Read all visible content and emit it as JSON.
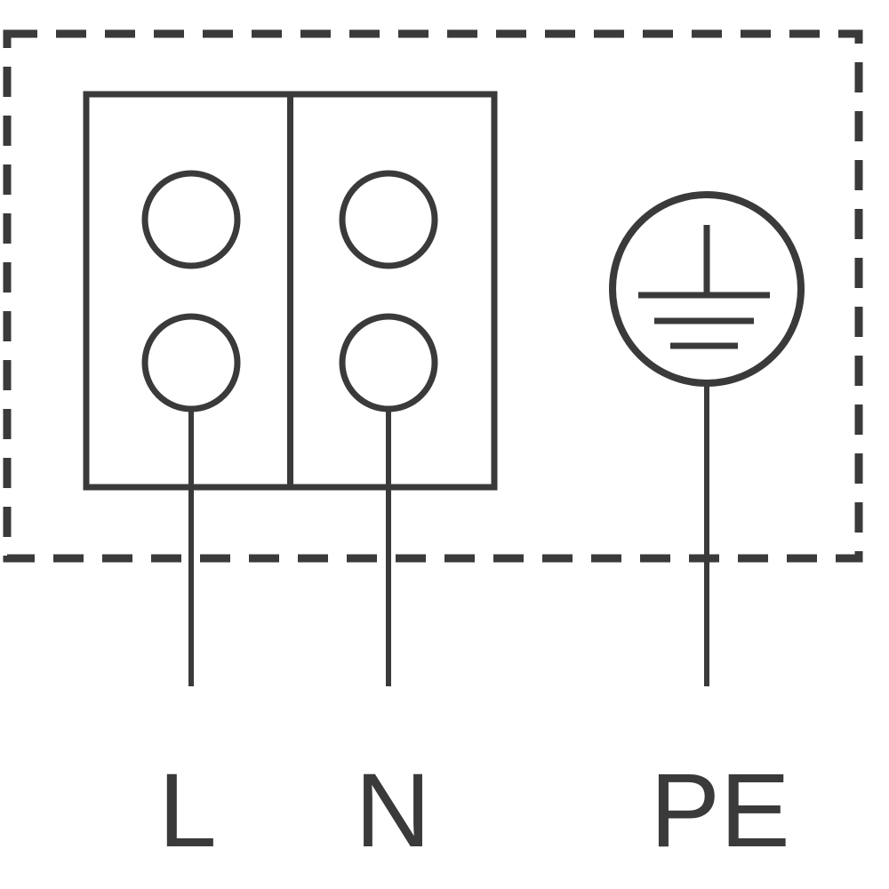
{
  "diagram": {
    "labels": {
      "live": "L",
      "neutral": "N",
      "earth": "PE"
    },
    "colors": {
      "line": "#3a3a3a",
      "background": "#ffffff"
    },
    "icons": {
      "earth_symbol": "protective-earth-ground-icon",
      "terminals": "terminal-hole-icon"
    }
  }
}
